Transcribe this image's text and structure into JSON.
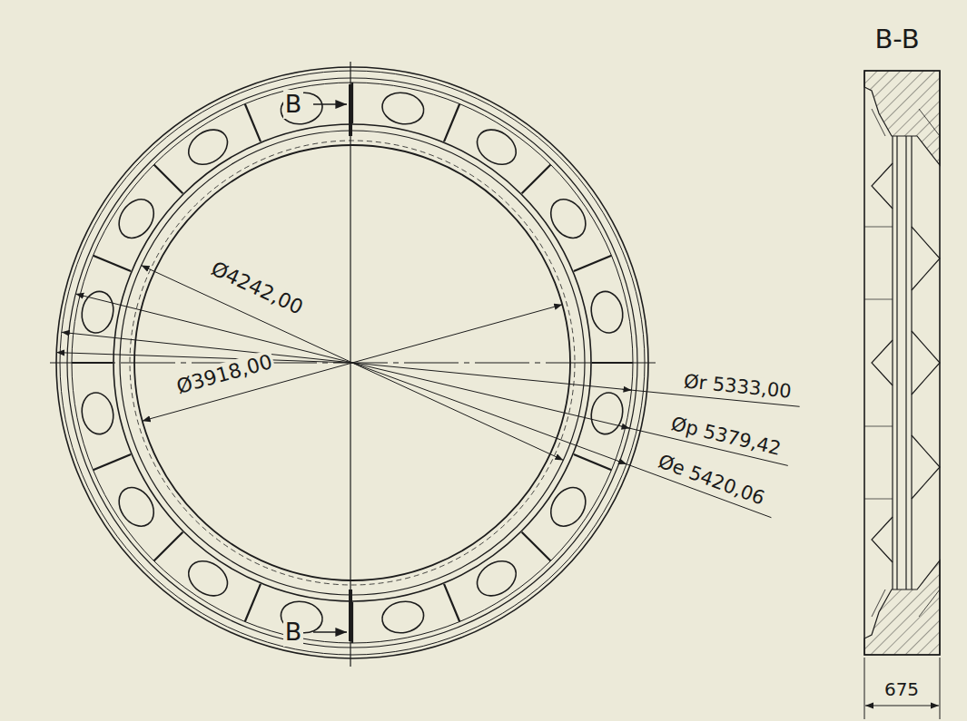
{
  "diagram": {
    "labels": [
      "B",
      "Ø4242,00",
      "Ø3918,00",
      "Ør 5333,00",
      "Øp 5379,42",
      "Øe 5420,06",
      "B",
      "B-B",
      "675"
    ]
  }
}
